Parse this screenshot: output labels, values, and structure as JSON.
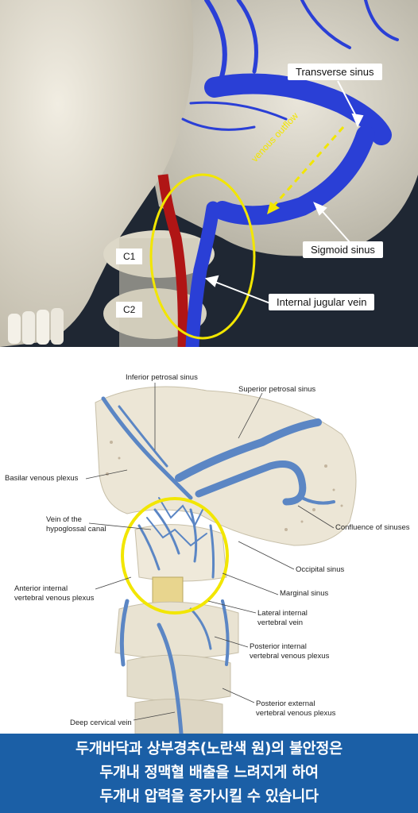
{
  "top_panel": {
    "labels": {
      "transverse": "Transverse sinus",
      "sigmoid": "Sigmoid sinus",
      "ijv": "Internal jugular vein",
      "c1": "C1",
      "c2": "C2",
      "flow": "venous outflow"
    },
    "colors": {
      "vein": "#2a3fd6",
      "artery": "#b01515",
      "highlight": "#f2e600",
      "bone": "#e6e1d2"
    }
  },
  "bottom_panel": {
    "labels": {
      "inferior_petrosal": "Inferior petrosal sinus",
      "superior_petrosal": "Superior petrosal sinus",
      "basilar": "Basilar venous plexus",
      "hypoglossal_1": "Vein of the",
      "hypoglossal_2": "hypoglossal canal",
      "confluence": "Confluence of sinuses",
      "occipital": "Occipital sinus",
      "anterior_1": "Anterior internal",
      "anterior_2": "vertebral venous plexus",
      "marginal": "Marginal sinus",
      "lateral_1": "Lateral internal",
      "lateral_2": "vertebral vein",
      "post_int_1": "Posterior internal",
      "post_int_2": "vertebral venous plexus",
      "post_ext_1": "Posterior external",
      "post_ext_2": "vertebral venous plexus",
      "deep_cervical": "Deep cervical vein"
    },
    "colors": {
      "vein": "#5b86c4",
      "highlight": "#f2e600"
    }
  },
  "caption": {
    "line1": "두개바닥과 상부경추(노란색 원)의 불안정은",
    "line2": "두개내 정맥혈 배출을 느려지게 하여",
    "line3": "두개내 압력을 증가시킬 수 있습니다"
  }
}
